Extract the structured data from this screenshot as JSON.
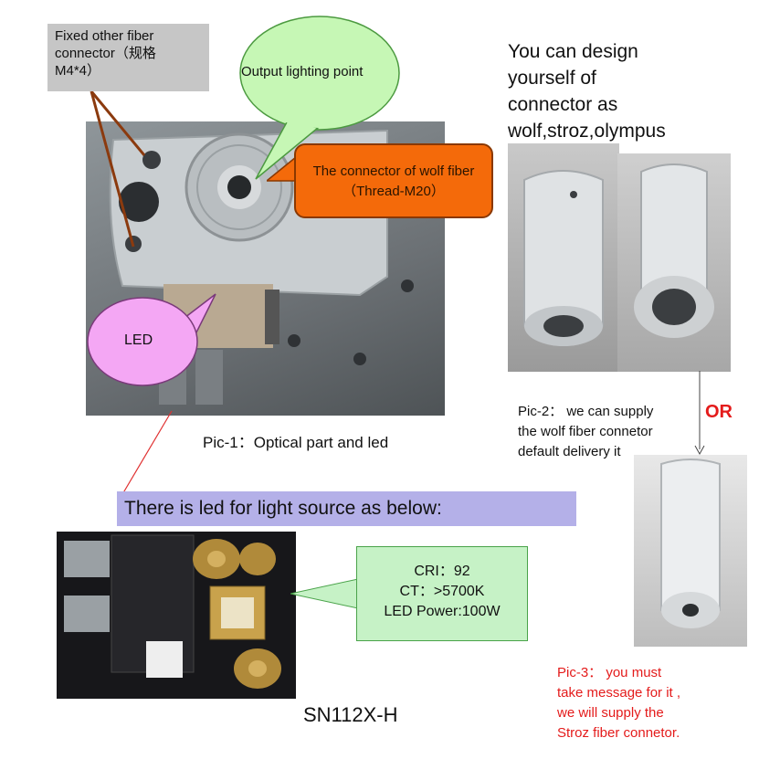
{
  "callouts": {
    "fixed_connector_line1": "Fixed other fiber",
    "fixed_connector_line2": "connector（规格",
    "fixed_connector_line3": "M4*4）",
    "output_point": "Output lighting point",
    "wolf_connector_line1": "The connector of wolf fiber",
    "wolf_connector_line2": "（Thread-M20）",
    "led": "LED"
  },
  "design_text": {
    "line1": "You can design",
    "line2": "yourself of",
    "line3": "connector as",
    "line4": "wolf,stroz,olympus"
  },
  "captions": {
    "pic1": "Pic-1：Optical part and led",
    "pic2_line1": "Pic-2：  we can supply",
    "pic2_line2": "the wolf fiber connetor",
    "pic2_line3": "default delivery it",
    "or": "OR",
    "pic3_line1": "Pic-3：  you must",
    "pic3_line2": "take message for it ,",
    "pic3_line3": "we will supply the",
    "pic3_line4": "Stroz fiber connetor."
  },
  "led_section": {
    "heading": "There is led for light source as below:",
    "cri": "CRI：92",
    "ct": "CT：>5700K",
    "power": "LED Power:100W",
    "model": "SN112X-H"
  },
  "colors": {
    "red_text": "#e41b1b",
    "or_text": "#e41b1b",
    "orange_callout": "#f46a0a",
    "green_bubble": "#c6f7b5",
    "pink_bubble": "#f4a7f4",
    "lavender_bar": "#b4b0e8",
    "spec_box": "#c6f2c6",
    "gray_box": "#c6c6c6"
  }
}
